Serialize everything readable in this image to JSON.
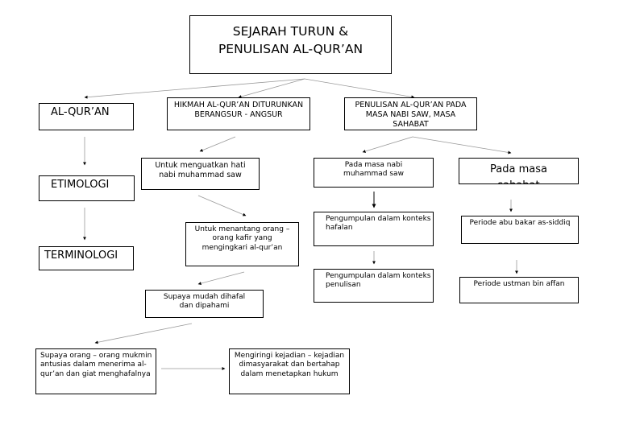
{
  "diagram": {
    "title_line1": "SEJARAH TURUN &",
    "title_line2": "PENULISAN AL-QUR’AN",
    "nodes": {
      "alquran": "AL-QUR’AN",
      "etimologi": "ETIMOLOGI",
      "terminologi": "TERMINOLOGI",
      "hikmah": "HIKMAH AL-QUR’AN DITURUNKAN BERANGSUR - ANGSUR",
      "penulisan": "PENULISAN AL-QUR’AN PADA MASA NABI SAW, MASA SAHABAT",
      "menguatkan": "Untuk menguatkan hati nabi muhammad saw",
      "menantang": "Untuk menantang orang – orang kafir yang mengingkari al-qur’an",
      "dihafal": "Supaya mudah dihafal dan dipahami",
      "mukmin": "Supaya orang – orang mukmin antusias dalam menerima al-qur’an dan giat menghafalnya",
      "mengiringi": "Mengiringi kejadian – kejadian dimasyarakat dan bertahap dalam menetapkan hukum",
      "masa_nabi": "Pada masa nabi muhammad saw",
      "hafalan": "Pengumpulan dalam konteks hafalan",
      "tulisan": "Pengumpulan dalam konteks penulisan",
      "masa_sahabat": "Pada masa sahabat",
      "abu_bakar": "Periode abu bakar as-siddiq",
      "ustman": "Periode ustman bin affan"
    }
  }
}
